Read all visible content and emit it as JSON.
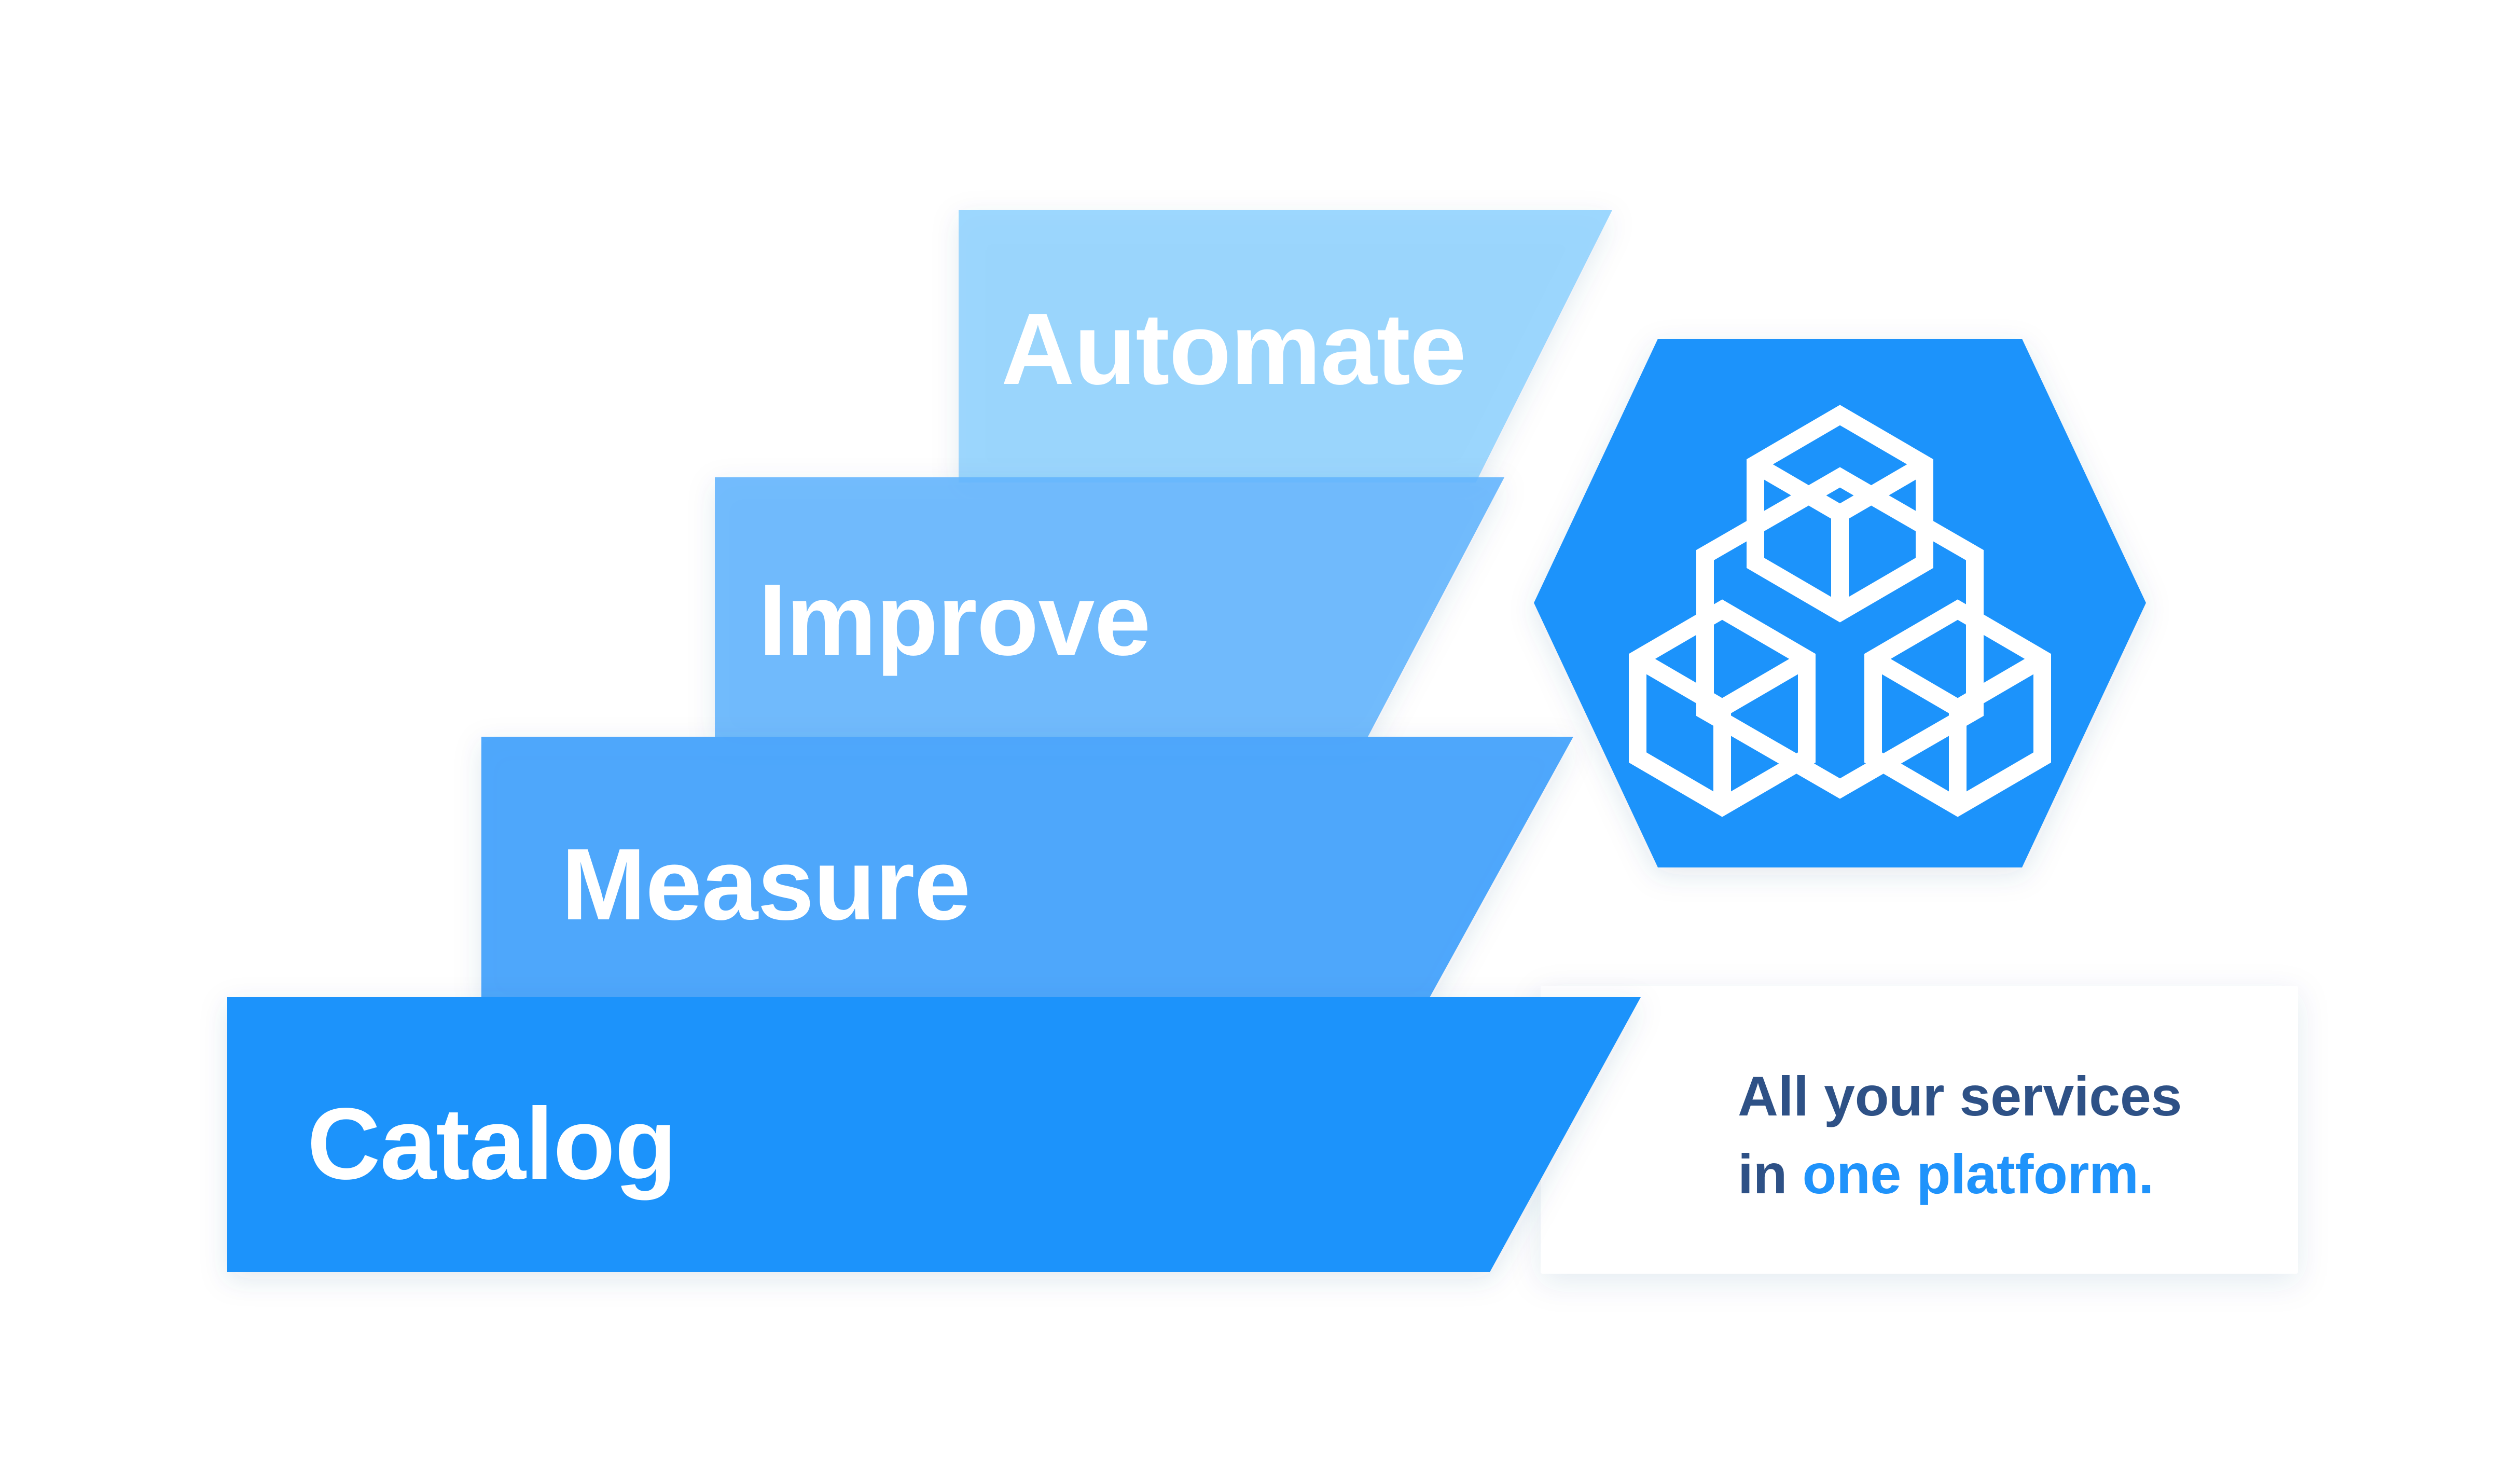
{
  "diagram": {
    "type": "staircase-process-arrow",
    "background_color": "#ffffff",
    "steps": [
      {
        "id": "catalog",
        "label": "Catalog",
        "order": 1,
        "color": "#1f93fb"
      },
      {
        "id": "measure",
        "label": "Measure",
        "order": 2,
        "color": "#45a3fc"
      },
      {
        "id": "improve",
        "label": "Improve",
        "order": 3,
        "color": "#64b5fd"
      },
      {
        "id": "automate",
        "label": "Automate",
        "order": 4,
        "color": "#8fd1fe"
      }
    ],
    "badge": {
      "shape": "hexagon",
      "fill_color": "#1f93fb",
      "icon": "three-connected-cubes-icon",
      "icon_color": "#ffffff"
    },
    "callout": {
      "card_background": "#ffffff",
      "line1": "All your services",
      "line2_prefix": "in ",
      "line2_accent": "one platform.",
      "dark_color": "#2e5186",
      "accent_color": "#1f93fb"
    }
  }
}
